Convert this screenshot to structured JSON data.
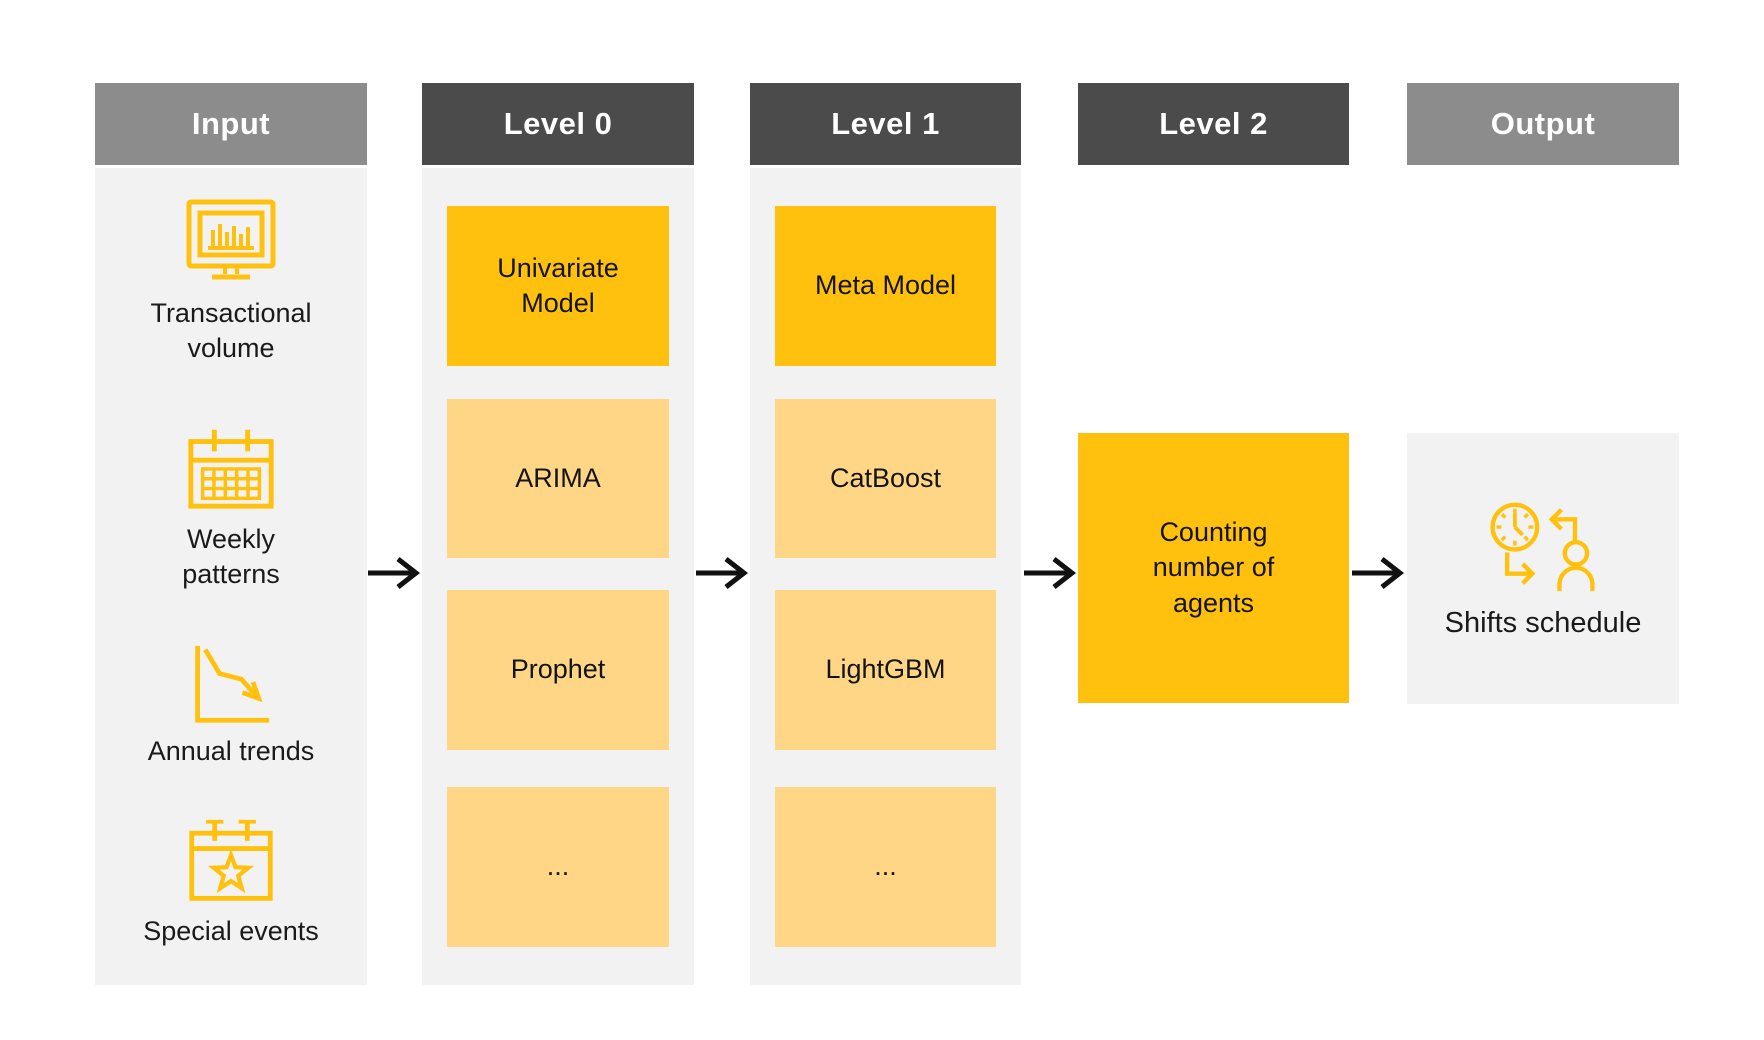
{
  "diagram": {
    "columns": [
      {
        "id": "input",
        "label": "Input",
        "tone": "light"
      },
      {
        "id": "level0",
        "label": "Level 0",
        "tone": "dark"
      },
      {
        "id": "level1",
        "label": "Level 1",
        "tone": "dark"
      },
      {
        "id": "level2",
        "label": "Level 2",
        "tone": "dark"
      },
      {
        "id": "output",
        "label": "Output",
        "tone": "light"
      }
    ],
    "input_items": [
      {
        "icon": "monitor-chart-icon",
        "label": "Transactional\nvolume"
      },
      {
        "icon": "calendar-grid-icon",
        "label": "Weekly\npatterns"
      },
      {
        "icon": "trend-down-icon",
        "label": "Annual trends"
      },
      {
        "icon": "calendar-star-icon",
        "label": "Special events"
      }
    ],
    "level0_boxes": [
      {
        "label": "Univariate\nModel",
        "emphasis": true
      },
      {
        "label": "ARIMA",
        "emphasis": false
      },
      {
        "label": "Prophet",
        "emphasis": false
      },
      {
        "label": "...",
        "emphasis": false
      }
    ],
    "level1_boxes": [
      {
        "label": "Meta Model",
        "emphasis": true
      },
      {
        "label": "CatBoost",
        "emphasis": false
      },
      {
        "label": "LightGBM",
        "emphasis": false
      },
      {
        "label": "...",
        "emphasis": false
      }
    ],
    "level2_box": {
      "label": "Counting\nnumber of\nagents",
      "emphasis": true
    },
    "output_box": {
      "icon": "shift-schedule-icon",
      "label": "Shifts schedule"
    },
    "colors": {
      "header_light": "#8C8C8C",
      "header_dark": "#4B4B4B",
      "column_bg": "#F2F2F2",
      "box_bright": "#FFC00E",
      "box_soft": "#FFD685",
      "icon_stroke": "#FFC10E",
      "arrow": "#111111",
      "text": "#1A1A1A"
    }
  }
}
